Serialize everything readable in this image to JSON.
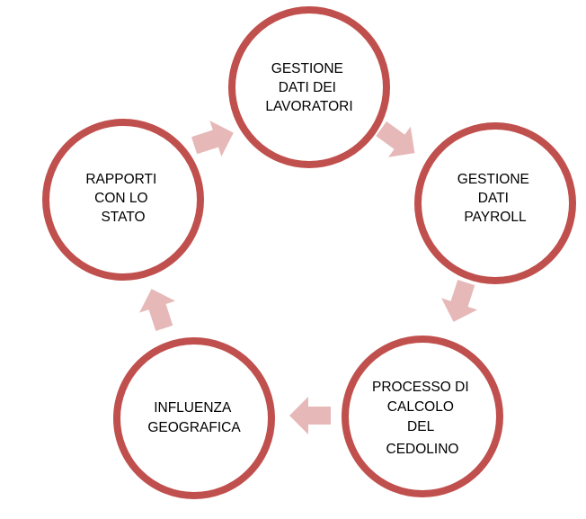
{
  "diagram": {
    "nodes": [
      {
        "id": "gestione-dati-lavoratori",
        "lines": [
          "GESTIONE",
          "DATI DEI",
          "LAVORATORI"
        ]
      },
      {
        "id": "gestione-dati-payroll",
        "lines": [
          "GESTIONE",
          "DATI",
          "PAYROLL"
        ]
      },
      {
        "id": "processo-calcolo-cedolino",
        "lines": [
          "PROCESSO DI",
          "CALCOLO",
          "DEL",
          "CEDOLINO"
        ]
      },
      {
        "id": "influenza-geografica",
        "lines": [
          "INFLUENZA",
          "GEOGRAFICA"
        ]
      },
      {
        "id": "rapporti-con-lo-stato",
        "lines": [
          "RAPPORTI",
          "CON LO",
          "STATO"
        ]
      }
    ],
    "colors": {
      "circle_stroke": "#c0504d",
      "circle_fill": "#ffffff",
      "arrow_fill": "#e6b9b8",
      "text": "#000000"
    }
  }
}
